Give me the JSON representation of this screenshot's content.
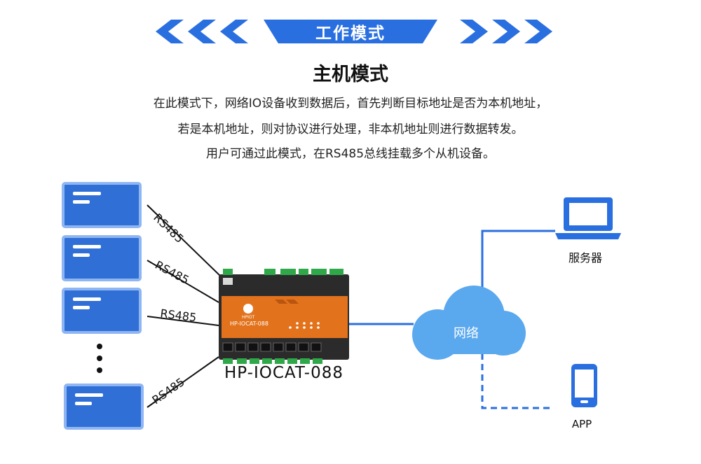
{
  "header": {
    "banner_label": "工作模式",
    "title": "主机模式",
    "description": [
      "在此模式下，网络IO设备收到数据后，首先判断目标地址是否为本机地址，",
      "若是本机地址，则对协议进行处理，非本机地址则进行数据转发。",
      "用户可通过此模式，在RS485总线挂载多个从机设备。"
    ]
  },
  "diagram": {
    "bus_labels": [
      "RS485",
      "RS485",
      "RS485",
      "RS485"
    ],
    "device": {
      "model": "HP-IOCAT-088",
      "panel_model": "HP-IOCAT-088",
      "brand": "HPIOT"
    },
    "cloud_label": "网络",
    "server_label": "服务器",
    "app_label": "APP"
  },
  "colors": {
    "accent_blue": "#2a6fe0",
    "device_orange": "#e2731c",
    "cloud_blue": "#5aa8ee"
  },
  "icons": [
    "chevron-left-icon",
    "chevron-right-icon",
    "laptop-icon",
    "smartphone-icon",
    "cloud-icon",
    "slave-device-icon"
  ]
}
